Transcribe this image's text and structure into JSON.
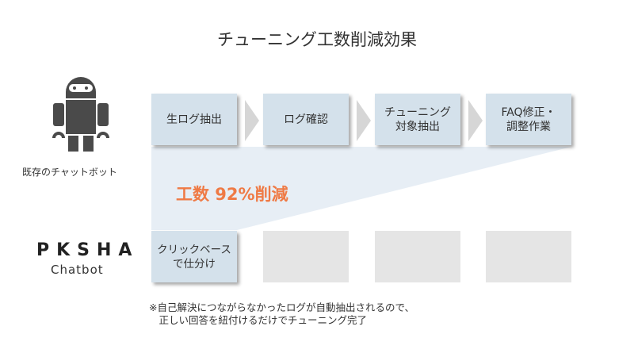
{
  "title": "チューニング工数削減効果",
  "existing": {
    "label": "既存のチャットボット",
    "icon": "robot-icon"
  },
  "process_steps": [
    "生ログ抽出",
    "ログ確認",
    "チューニング\n対象抽出",
    "FAQ修正・\n調整作業"
  ],
  "reduction_label": "工数 92%削減",
  "pksha": {
    "logo_text": "PKSHA",
    "sub": "Chatbot",
    "step": "クリックベース\nで仕分け"
  },
  "note": "※自己解決につながらなかったログが自動抽出されるので、\n　正しい回答を紐付けるだけでチューニング完了",
  "colors": {
    "box": "#d4e1eb",
    "accent": "#ef7a45",
    "empty": "#e5e5e5"
  }
}
